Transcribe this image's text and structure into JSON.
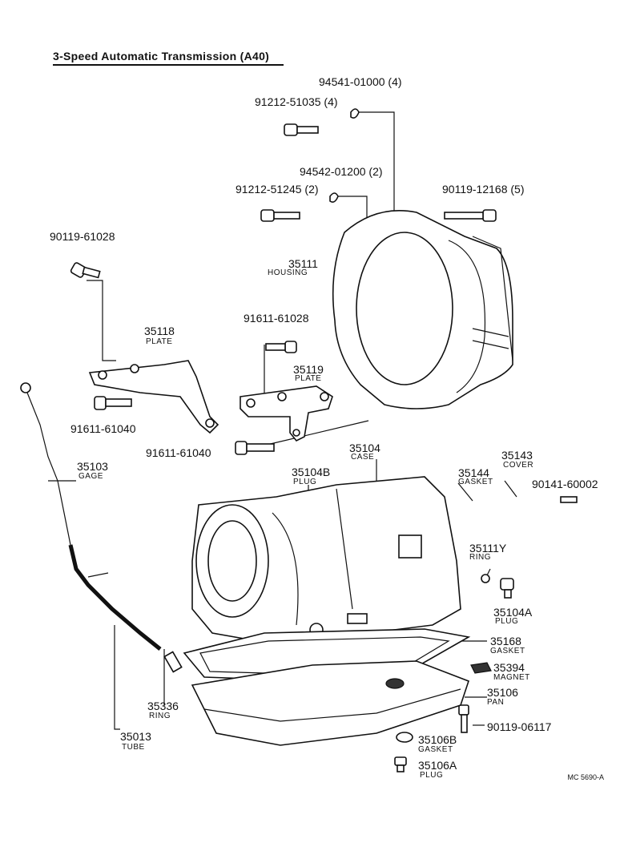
{
  "title": "3-Speed Automatic Transmission (A40)",
  "figure_code": "MC 5690-A",
  "labels": {
    "p94541": "94541-01000 (4)",
    "p91212a": "91212-51035 (4)",
    "p94542": "94542-01200 (2)",
    "p91212b": "91212-51245 (2)",
    "p90119_12168": "90119-12168 (5)",
    "p90119_61028": "90119-61028",
    "p35111": "35111",
    "p35111_name": "HOUSING",
    "p35118": "35118",
    "p35118_name": "PLATE",
    "p91611_61028": "91611-61028",
    "p35119": "35119",
    "p35119_name": "PLATE",
    "p91611_61040a": "91611-61040",
    "p91611_61040b": "91611-61040",
    "p35104": "35104",
    "p35104_name": "CASE",
    "p35104B": "35104B",
    "p35104B_name": "PLUG",
    "p35143": "35143",
    "p35143_name": "COVER",
    "p35144": "35144",
    "p35144_name": "GASKET",
    "p90141": "90141-60002",
    "p35103": "35103",
    "p35103_name": "GAGE",
    "p35111Y": "35111Y",
    "p35111Y_name": "RING",
    "p35104A": "35104A",
    "p35104A_name": "PLUG",
    "p35168": "35168",
    "p35168_name": "GASKET",
    "p35394": "35394",
    "p35394_name": "MAGNET",
    "p35106": "35106",
    "p35106_name": "PAN",
    "p35336": "35336",
    "p35336_name": "RING",
    "p90119_06117": "90119-06117",
    "p35013": "35013",
    "p35013_name": "TUBE",
    "p35106B": "35106B",
    "p35106B_name": "GASKET",
    "p35106A": "35106A",
    "p35106A_name": "PLUG"
  }
}
